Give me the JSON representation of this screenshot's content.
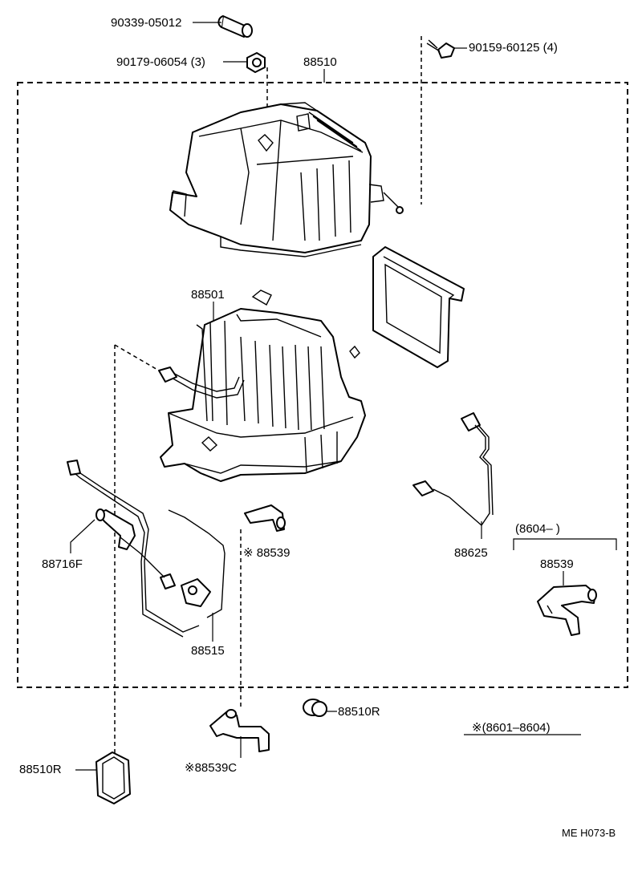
{
  "labels": {
    "p90339": "90339-05012",
    "p90179": "90179-06054 (3)",
    "p88510": "88510",
    "p90159": "90159-60125 (4)",
    "p88501": "88501",
    "p88716f": "88716F",
    "p88539_star": "※ 88539",
    "p88515": "88515",
    "p88625": "88625",
    "range_8604": "(8604–          )",
    "p88539": "88539",
    "p88510r_right": "88510R",
    "p88510r_left": "88510R",
    "p88539c": "※88539C",
    "note_range": "※(8601–8604)",
    "diagram_code": "ME H073-B"
  }
}
